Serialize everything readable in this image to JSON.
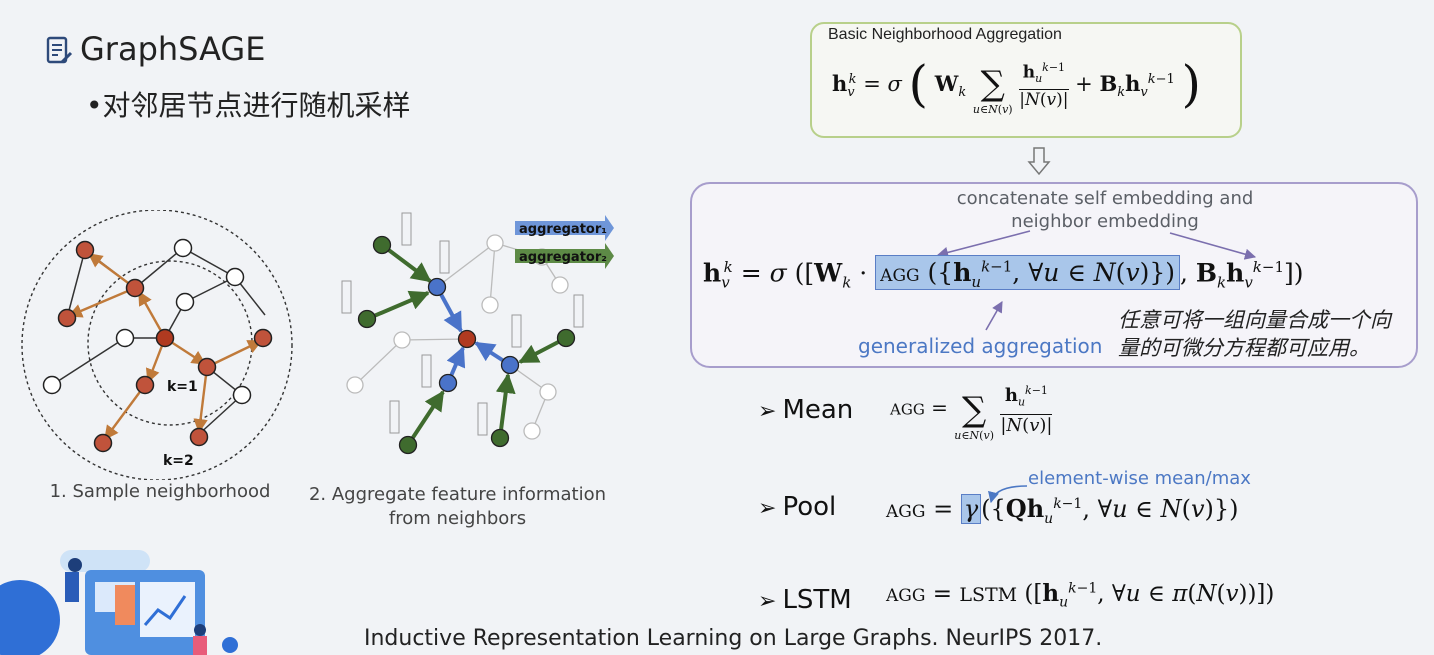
{
  "title": "GraphSAGE",
  "bullet": "•对邻居节点进行随机采样",
  "diagram1": {
    "k1": "k=1",
    "k2": "k=2",
    "caption": "1. Sample neighborhood"
  },
  "diagram2": {
    "legend1": "aggregator₁",
    "legend2": "aggregator₂",
    "caption_line1": "2. Aggregate feature information",
    "caption_line2": "from neighbors"
  },
  "basic_box": {
    "title": "Basic Neighborhood Aggregation"
  },
  "generalized_box": {
    "note_top_line1": "concatenate self embedding and",
    "note_top_line2": "neighbor embedding",
    "note_bottom": "generalized aggregation",
    "cn_note_line1": "任意可将一组向量合成一个向",
    "cn_note_line2": "量的可微分方程都可应用。"
  },
  "aggregators": [
    {
      "label": "Mean"
    },
    {
      "label": "Pool",
      "note": "element-wise mean/max"
    },
    {
      "label": "LSTM"
    }
  ],
  "citation": "Inductive Representation Learning on Large Graphs. NeurIPS 2017.",
  "colors": {
    "node_orange": "#c0533b",
    "node_blue": "#4a73c9",
    "node_green": "#3f6b2e",
    "edge_orange": "#c07a3a",
    "accent_blue": "#4c78c4"
  }
}
